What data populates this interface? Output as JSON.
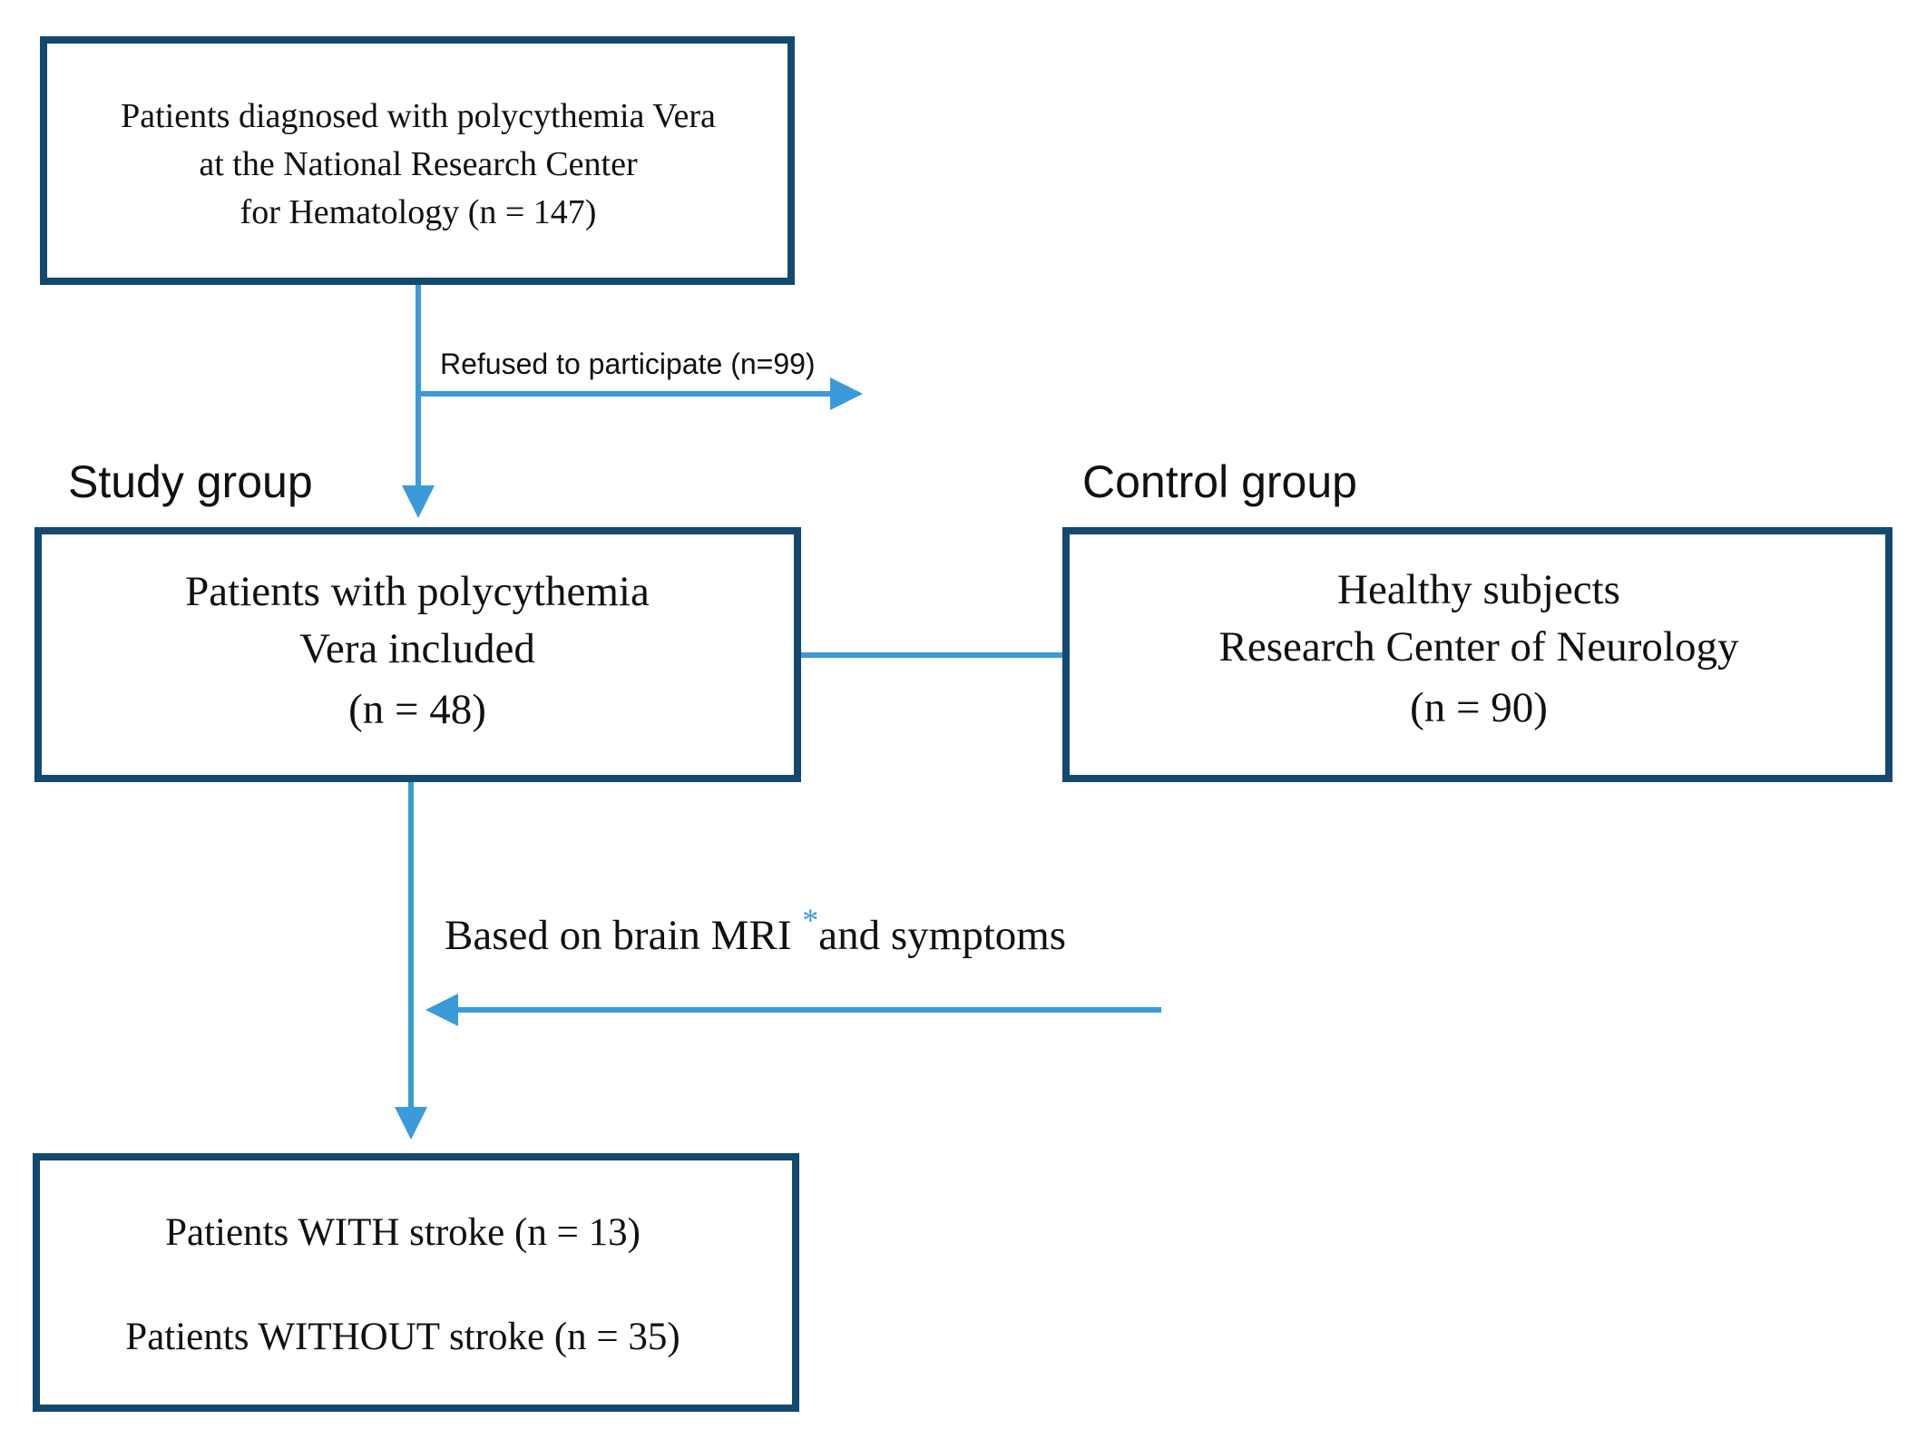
{
  "colors": {
    "box_border": "#13496e",
    "arrow": "#3b9ad9",
    "asterisk": "#3b9ad9",
    "text": "#111111",
    "background": "#ffffff"
  },
  "boxes": {
    "diagnosed": {
      "lines": [
        "Patients diagnosed with polycythemia Vera",
        "at the National Research Center",
        "for Hematology (n = 147)"
      ]
    },
    "included": {
      "lines": [
        "Patients with polycythemia",
        "Vera included",
        "(n = 48)"
      ]
    },
    "control": {
      "lines": [
        "Healthy subjects",
        "Research Center of Neurology",
        "(n = 90)"
      ]
    },
    "outcome": {
      "lines": [
        "Patients WITH stroke (n = 13)",
        "Patients WITHOUT stroke (n = 35)"
      ]
    }
  },
  "labels": {
    "refused": "Refused to participate (n=99)",
    "study_group": "Study group",
    "control_group": "Control group",
    "criteria_before": "Based on brain MRI ",
    "criteria_asterisk": "*",
    "criteria_after": "and symptoms"
  }
}
